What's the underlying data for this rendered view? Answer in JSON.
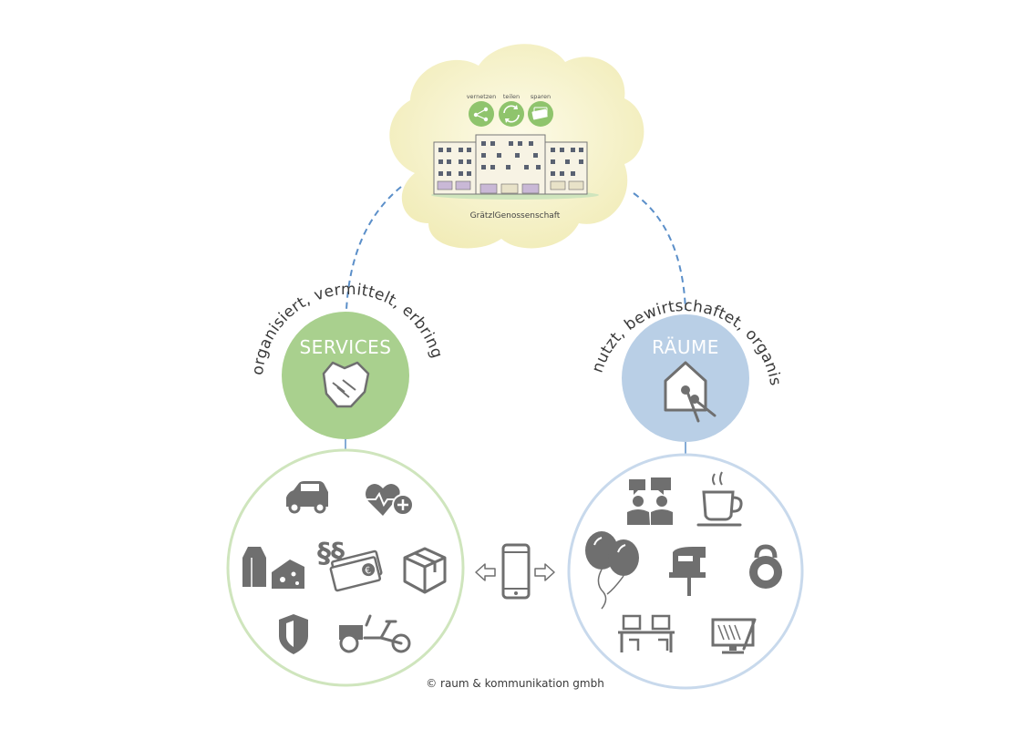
{
  "cloud": {
    "labels": {
      "network": "vernetzen",
      "share": "teilen",
      "save": "sparen"
    },
    "title": "GrätzlGenossenschaft"
  },
  "services": {
    "title": "SERVICES",
    "arc_text": "organisiert, vermittelt, erbringt..."
  },
  "raeume": {
    "title": "RÄUME",
    "arc_text": "nutzt, bewirtschaftet, organisiert..."
  },
  "copyright": "© raum & kommunikation gmbh",
  "colors": {
    "green": "#a9d08e",
    "green_light": "#cfe5bd",
    "blue": "#b9cfe6",
    "blue_light": "#c8d9ec",
    "cloud": "#f3efbf",
    "icon": "#6f6f6f",
    "dash": "#5b8fc9"
  },
  "icons": {
    "services": [
      "car-icon",
      "heart-plus-icon",
      "milk-carton-icon",
      "cheese-icon",
      "paragraph-money-icon",
      "parcel-icon",
      "shield-icon",
      "cargo-bike-icon"
    ],
    "raeume": [
      "meeting-people-icon",
      "coffee-cup-icon",
      "balloons-icon",
      "jigsaw-tool-icon",
      "kettlebell-icon",
      "coworking-desks-icon",
      "drawing-tablet-icon"
    ],
    "center": [
      "smartphone-icon",
      "arrow-left-icon",
      "arrow-right-icon"
    ]
  }
}
